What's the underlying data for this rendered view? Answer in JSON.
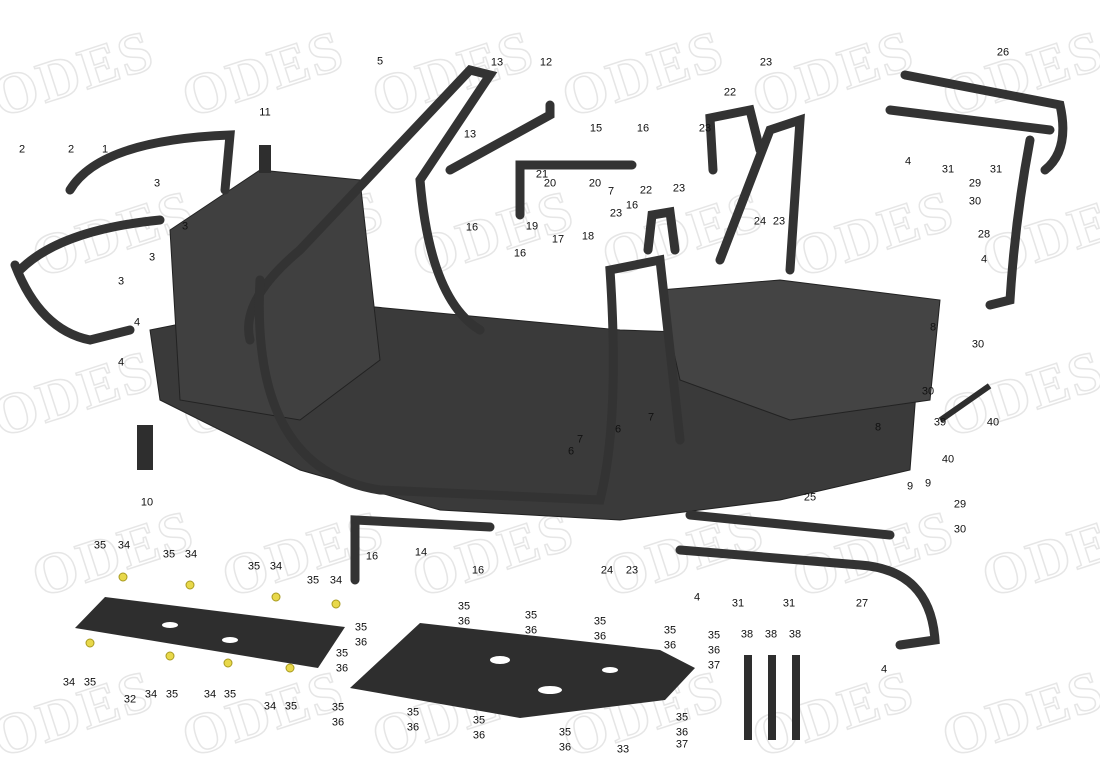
{
  "watermark": "ODES",
  "colors": {
    "part": "#3a3a3a",
    "partDark": "#2a2a2a",
    "washer": "#e8d84a",
    "fastener": "#2e6b3a",
    "clip": "#b07a4a"
  },
  "callouts": [
    "26",
    "23",
    "13",
    "12",
    "5",
    "22",
    "11",
    "2",
    "2",
    "1",
    "15",
    "16",
    "23",
    "13",
    "4",
    "31",
    "31",
    "3",
    "21",
    "20",
    "20",
    "7",
    "16",
    "22",
    "23",
    "29",
    "30",
    "3",
    "19",
    "23",
    "16",
    "17",
    "18",
    "16",
    "24",
    "23",
    "28",
    "3",
    "3",
    "4",
    "4",
    "8",
    "30",
    "4",
    "30",
    "7",
    "6",
    "7",
    "6",
    "39",
    "40",
    "8",
    "40",
    "9",
    "9",
    "10",
    "25",
    "29",
    "30",
    "14",
    "16",
    "16",
    "24",
    "23",
    "35",
    "34",
    "35",
    "34",
    "35",
    "34",
    "35",
    "34",
    "4",
    "31",
    "31",
    "27",
    "34",
    "35",
    "32",
    "34",
    "35",
    "34",
    "35",
    "34",
    "35",
    "35",
    "36",
    "35",
    "36",
    "35",
    "36",
    "35",
    "36",
    "35",
    "36",
    "37",
    "35",
    "36",
    "35",
    "36",
    "35",
    "36",
    "35",
    "36",
    "35",
    "36",
    "35",
    "36",
    "33",
    "35",
    "36",
    "37",
    "4",
    "38",
    "38",
    "38"
  ]
}
